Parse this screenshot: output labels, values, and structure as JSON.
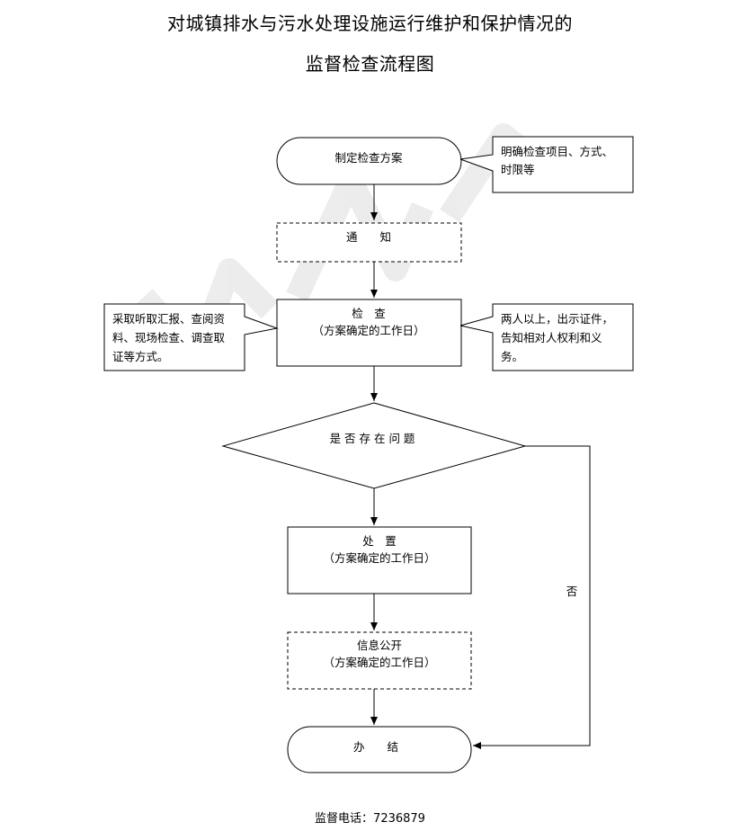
{
  "title": {
    "line1": "对城镇排水与污水处理设施运行维护和保护情况的",
    "line2": "监督检查流程图"
  },
  "nodes": {
    "plan": {
      "label": "制定检查方案"
    },
    "notify": {
      "label": "通　　知"
    },
    "inspect": {
      "label": "检　查",
      "sublabel": "（方案确定的工作日）"
    },
    "decision": {
      "label": "是 否 存 在 问 题"
    },
    "handle": {
      "label": "处　置",
      "sublabel": "（方案确定的工作日）"
    },
    "disclose": {
      "label": "信息公开",
      "sublabel": "（方案确定的工作日）"
    },
    "finish": {
      "label": "办　　结"
    }
  },
  "notes": {
    "plan_note": {
      "lines": [
        "明确检查项目、方式、",
        "时限等"
      ]
    },
    "method_note": {
      "lines": [
        "采取听取汇报、查阅资",
        "料、现场检查、调查取",
        "证等方式。"
      ]
    },
    "people_note": {
      "lines": [
        "两人以上，出示证件，",
        "告知相对人权利和义",
        "务。"
      ]
    }
  },
  "branch": {
    "no_label": "否"
  },
  "footer": {
    "hotline": "监督电话：7236879"
  }
}
